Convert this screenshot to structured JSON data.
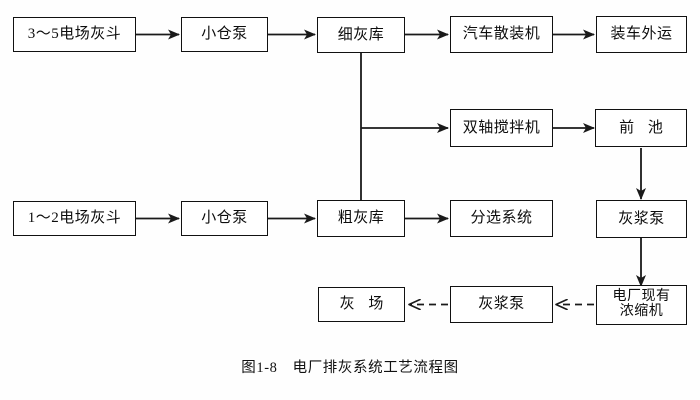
{
  "figure": {
    "caption": "图1-8　电厂排灰系统工艺流程图",
    "background": "#ffffff",
    "line_color": "#1a1a1a",
    "text_color": "#0d0d0d"
  },
  "nodes": {
    "hopper_35": "3～5电场灰斗",
    "pump_small_top": "小仓泵",
    "fine_ash_silo": "细灰库",
    "truck_loader": "汽车散装机",
    "truck_transport": "装车外运",
    "twin_shaft_mixer": "双轴搅拌机",
    "front_pool": "前 池",
    "hopper_12": "1～2电场灰斗",
    "pump_small_bottom": "小仓泵",
    "coarse_ash_silo": "粗灰库",
    "sorting_system": "分选系统",
    "slurry_pump_right": "灰浆泵",
    "ash_yard": "灰 场",
    "slurry_pump_bottom": "灰浆泵",
    "existing_thickener": "电厂现有\n浓缩机"
  },
  "edges": [
    {
      "from": "hopper_35",
      "to": "pump_small_top",
      "style": "solid"
    },
    {
      "from": "pump_small_top",
      "to": "fine_ash_silo",
      "style": "solid"
    },
    {
      "from": "fine_ash_silo",
      "to": "truck_loader",
      "style": "solid"
    },
    {
      "from": "truck_loader",
      "to": "truck_transport",
      "style": "solid"
    },
    {
      "from": "fine_ash_silo",
      "to": "twin_shaft_mixer",
      "style": "solid"
    },
    {
      "from": "twin_shaft_mixer",
      "to": "front_pool",
      "style": "solid"
    },
    {
      "from": "front_pool",
      "to": "slurry_pump_right",
      "style": "solid"
    },
    {
      "from": "fine_ash_silo",
      "to": "coarse_ash_silo",
      "style": "solid"
    },
    {
      "from": "hopper_12",
      "to": "pump_small_bottom",
      "style": "solid"
    },
    {
      "from": "pump_small_bottom",
      "to": "coarse_ash_silo",
      "style": "solid"
    },
    {
      "from": "coarse_ash_silo",
      "to": "sorting_system",
      "style": "solid"
    },
    {
      "from": "slurry_pump_right",
      "to": "existing_thickener",
      "style": "solid"
    },
    {
      "from": "existing_thickener",
      "to": "slurry_pump_bottom",
      "style": "dashed"
    },
    {
      "from": "slurry_pump_bottom",
      "to": "ash_yard",
      "style": "dashed"
    }
  ]
}
